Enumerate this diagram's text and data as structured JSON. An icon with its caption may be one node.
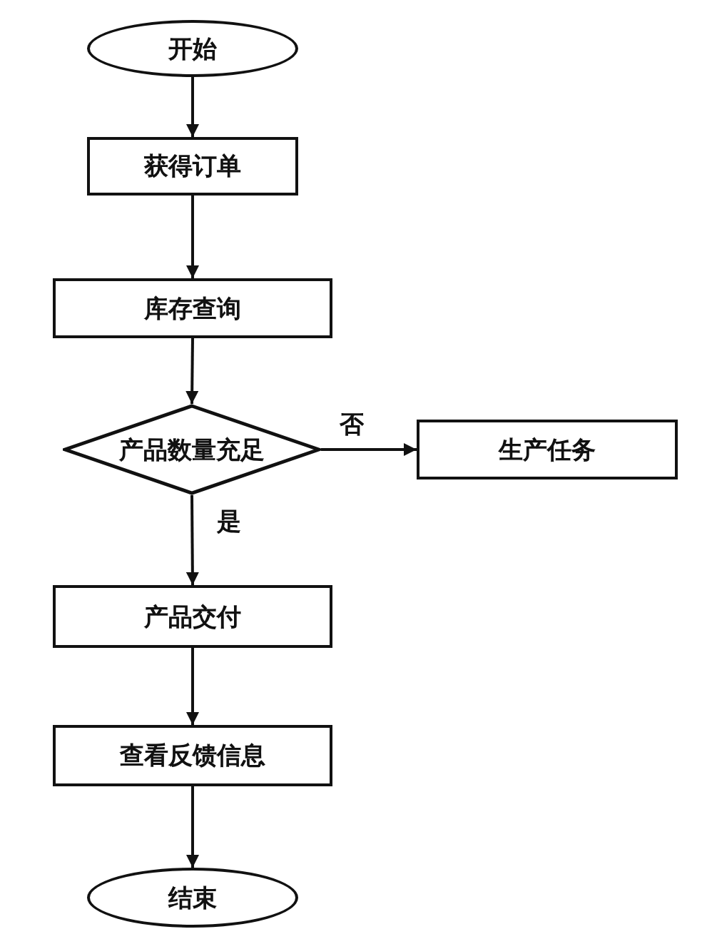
{
  "diagram": {
    "nodes": [
      {
        "text": [
          "开始"
        ]
      },
      {
        "text": [
          "获得订单"
        ]
      },
      {
        "text": [
          "库存查询"
        ]
      },
      {
        "text": [
          "产品数量充足"
        ]
      },
      {
        "text": [
          "生产任务"
        ]
      },
      {
        "text": [
          "产品交付"
        ]
      },
      {
        "text": [
          "查看反馈信息"
        ]
      },
      {
        "text": [
          "结束"
        ]
      }
    ],
    "edges": [
      {
        "from": 0,
        "to": 1,
        "arrow": "to"
      },
      {
        "from": 1,
        "to": 2,
        "arrow": "to"
      },
      {
        "from": 2,
        "to": 3,
        "arrow": "to"
      },
      {
        "from": 3,
        "to": 4,
        "arrow": "to",
        "label": "否"
      },
      {
        "from": 3,
        "to": 5,
        "arrow": "to",
        "label": "是"
      },
      {
        "from": 5,
        "to": 6,
        "arrow": "to"
      },
      {
        "from": 6,
        "to": 7,
        "arrow": "to"
      }
    ]
  }
}
